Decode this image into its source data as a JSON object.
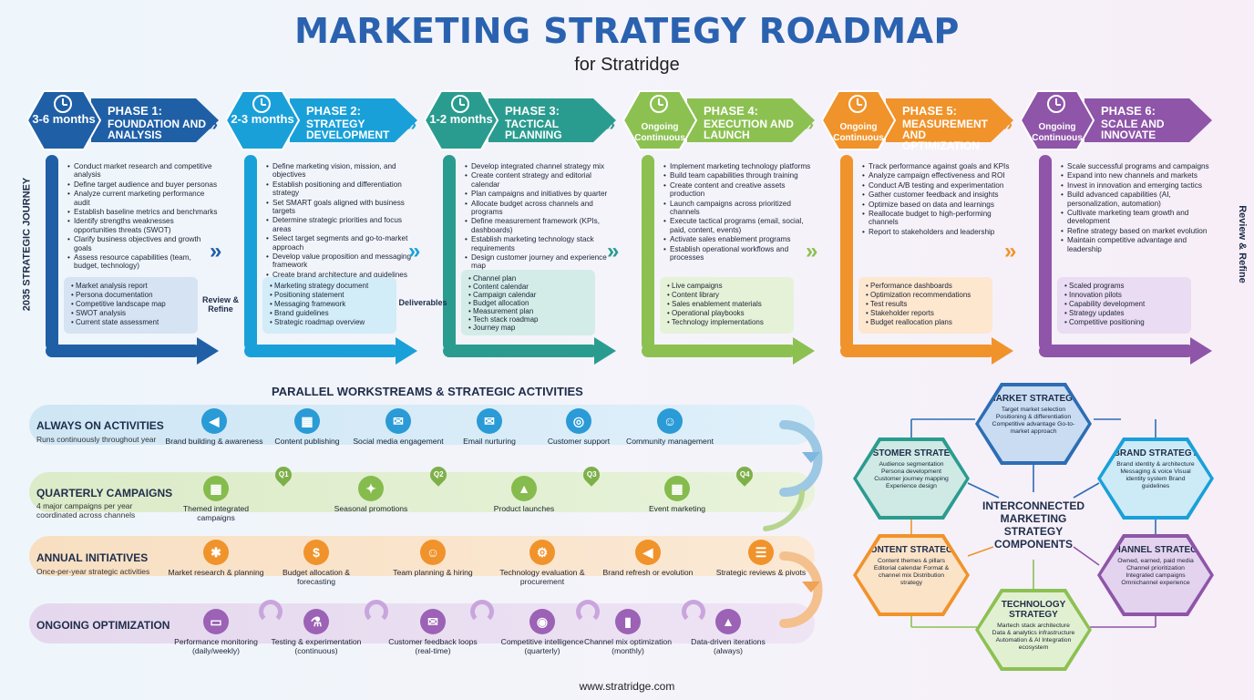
{
  "header": {
    "title": "MARKETING STRATEGY ROADMAP",
    "subtitle": "for Stratridge"
  },
  "side_labels": {
    "left": "2035 STRATEGIC JOURNEY",
    "right": "Review & Refine"
  },
  "between_labels": {
    "review": "Review & Refine",
    "deliverables": "Deliverables"
  },
  "colors": {
    "phase1": "#1f5fa6",
    "phase2": "#1aa0d8",
    "phase3": "#2a9c8f",
    "phase4": "#8cc152",
    "phase5": "#f0932b",
    "phase6": "#8e55a8",
    "title": "#2a62b0"
  },
  "phases": [
    {
      "duration": "3-6 months",
      "name_line1": "PHASE 1:",
      "name_line2": "FOUNDATION AND ANALYSIS",
      "tasks": [
        "Conduct market research and competitive analysis",
        "Define target audience and buyer personas",
        "Analyze current marketing performance audit",
        "Establish baseline metrics and benchmarks",
        "Identify strengths weaknesses opportunities threats (SWOT)",
        "Clarify business objectives and growth goals",
        "Assess resource capabilities (team, budget, technology)"
      ],
      "deliverables": [
        "Market analysis report",
        "Persona documentation",
        "Competitive landscape map",
        "SWOT analysis",
        "Current state assessment"
      ]
    },
    {
      "duration": "2-3 months",
      "name_line1": "PHASE 2:",
      "name_line2": "STRATEGY DEVELOPMENT",
      "tasks": [
        "Define marketing vision, mission, and objectives",
        "Establish positioning and differentiation strategy",
        "Set SMART goals aligned with business targets",
        "Determine strategic priorities and focus areas",
        "Select target segments and go-to-market approach",
        "Develop value proposition and messaging framework",
        "Create brand architecture and guidelines"
      ],
      "deliverables": [
        "Marketing strategy document",
        "Positioning statement",
        "Messaging framework",
        "Brand guidelines",
        "Strategic roadmap overview"
      ]
    },
    {
      "duration": "1-2 months",
      "name_line1": "PHASE 3:",
      "name_line2": "TACTICAL PLANNING",
      "tasks": [
        "Develop integrated channel strategy mix",
        "Create content strategy and editorial calendar",
        "Plan campaigns and initiatives by quarter",
        "Allocate budget across channels and programs",
        "Define measurement framework (KPIs, dashboards)",
        "Establish marketing technology stack requirements",
        "Design customer journey and experience map"
      ],
      "deliverables": [
        "Channel plan",
        "Content calendar",
        "Campaign calendar",
        "Budget allocation",
        "Measurement plan",
        "Tech stack roadmap",
        "Journey map"
      ]
    },
    {
      "duration": "Ongoing Continuous",
      "name_line1": "PHASE 4:",
      "name_line2": "EXECUTION AND LAUNCH",
      "tasks": [
        "Implement marketing technology platforms",
        "Build team capabilities through training",
        "Create content and creative assets production",
        "Launch campaigns across prioritized channels",
        "Execute tactical programs (email, social, paid, content, events)",
        "Activate sales enablement programs",
        "Establish operational workflows and processes"
      ],
      "deliverables": [
        "Live campaigns",
        "Content library",
        "Sales enablement materials",
        "Operational playbooks",
        "Technology implementations"
      ]
    },
    {
      "duration": "Ongoing Continuous",
      "name_line1": "PHASE 5:",
      "name_line2": "MEASUREMENT AND OPTIMIZATION",
      "tasks": [
        "Track performance against goals and KPIs",
        "Analyze campaign effectiveness and ROI",
        "Conduct A/B testing and experimentation",
        "Gather customer feedback and insights",
        "Optimize based on data and learnings",
        "Reallocate budget to high-performing channels",
        "Report to stakeholders and leadership"
      ],
      "deliverables": [
        "Performance dashboards",
        "Optimization recommendations",
        "Test results",
        "Stakeholder reports",
        "Budget reallocation plans"
      ]
    },
    {
      "duration": "Ongoing Continuous",
      "name_line1": "PHASE 6:",
      "name_line2": "SCALE AND INNOVATE",
      "tasks": [
        "Scale successful programs and campaigns",
        "Expand into new channels and markets",
        "Invest in innovation and emerging tactics",
        "Build advanced capabilities (AI, personalization, automation)",
        "Cultivate marketing team growth and development",
        "Refine strategy based on market evolution",
        "Maintain competitive advantage and leadership"
      ],
      "deliverables": [
        "Scaled programs",
        "Innovation pilots",
        "Capability development",
        "Strategy updates",
        "Competitive positioning"
      ]
    }
  ],
  "workstreams": {
    "title": "PARALLEL WORKSTREAMS & STRATEGIC ACTIVITIES",
    "rows": [
      {
        "label": "ALWAYS ON ACTIVITIES",
        "desc": "Runs continuously throughout year",
        "activities": [
          {
            "icon": "megaphone-icon",
            "label": "Brand building & awareness"
          },
          {
            "icon": "content-icon",
            "label": "Content publishing"
          },
          {
            "icon": "chat-icon",
            "label": "Social media engagement"
          },
          {
            "icon": "email-icon",
            "label": "Email nurturing"
          },
          {
            "icon": "headset-icon",
            "label": "Customer support"
          },
          {
            "icon": "community-icon",
            "label": "Community management"
          }
        ]
      },
      {
        "label": "QUARTERLY CAMPAIGNS",
        "desc": "4 major campaigns per year coordinated across channels",
        "quarters": [
          "Q1",
          "Q2",
          "Q3",
          "Q4"
        ],
        "activities": [
          {
            "icon": "calendar-icon",
            "label": "Themed integrated campaigns"
          },
          {
            "icon": "party-icon",
            "label": "Seasonal promotions"
          },
          {
            "icon": "rocket-icon",
            "label": "Product launches"
          },
          {
            "icon": "event-icon",
            "label": "Event marketing"
          }
        ]
      },
      {
        "label": "ANNUAL INITIATIVES",
        "desc": "Once-per-year strategic activities",
        "activities": [
          {
            "icon": "research-icon",
            "label": "Market research & planning"
          },
          {
            "icon": "money-icon",
            "label": "Budget allocation & forecasting"
          },
          {
            "icon": "team-icon",
            "label": "Team planning & hiring"
          },
          {
            "icon": "tech-icon",
            "label": "Technology evaluation & procurement"
          },
          {
            "icon": "brand-icon",
            "label": "Brand refresh or evolution"
          },
          {
            "icon": "review-icon",
            "label": "Strategic reviews & pivots"
          }
        ]
      },
      {
        "label": "ONGOING OPTIMIZATION",
        "desc": "",
        "activities": [
          {
            "icon": "monitor-icon",
            "label": "Performance monitoring (daily/weekly)"
          },
          {
            "icon": "flask-icon",
            "label": "Testing & experimentation (continuous)"
          },
          {
            "icon": "feedback-icon",
            "label": "Customer feedback loops (real-time)"
          },
          {
            "icon": "intel-icon",
            "label": "Competitive intelligence (quarterly)"
          },
          {
            "icon": "mix-icon",
            "label": "Channel mix optimization (monthly)"
          },
          {
            "icon": "chart-icon",
            "label": "Data-driven iterations (always)"
          }
        ]
      }
    ]
  },
  "components": {
    "center": "INTERCONNECTED MARKETING STRATEGY COMPONENTS",
    "items": [
      {
        "name": "MARKET STRATEGY",
        "desc": "Target market selection Positioning & differentiation Competitive advantage Go-to-market approach"
      },
      {
        "name": "BRAND STRATEGY",
        "desc": "Brand identity & architecture Messaging & voice Visual identity system Brand guidelines"
      },
      {
        "name": "CHANNEL STRATEGY",
        "desc": "Owned, earned, paid media Channel prioritization Integrated campaigns Omnichannel experience"
      },
      {
        "name": "TECHNOLOGY STRATEGY",
        "desc": "Martech stack architecture Data & analytics infrastructure Automation & AI Integration ecosystem"
      },
      {
        "name": "CONTENT STRATEGY",
        "desc": "Content themes & pillars Editorial calendar Format & channel mix Distribution strategy"
      },
      {
        "name": "CUSTOMER STRATEGY",
        "desc": "Audience segmentation Persona development Customer journey mapping Experience design"
      }
    ]
  },
  "footer": "www.stratridge.com"
}
